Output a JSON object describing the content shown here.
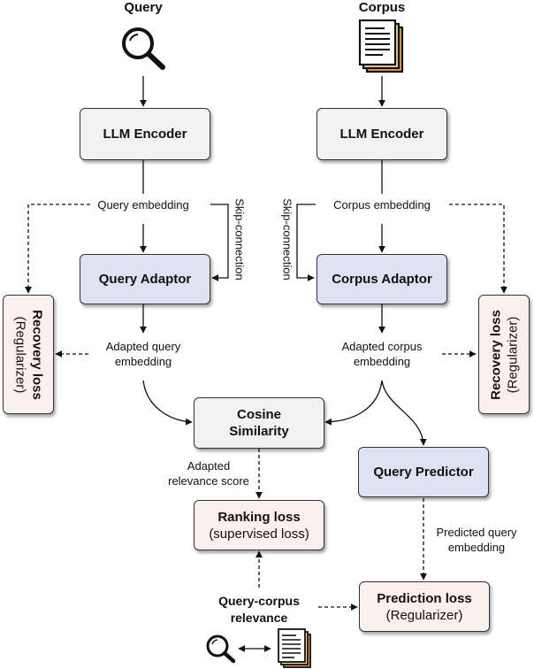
{
  "titles": {
    "query": "Query",
    "corpus": "Corpus"
  },
  "boxes": {
    "llm_encoder_left": "LLM Encoder",
    "llm_encoder_right": "LLM Encoder",
    "query_adaptor": "Query Adaptor",
    "corpus_adaptor": "Corpus Adaptor",
    "cosine_similarity_line1": "Cosine",
    "cosine_similarity_line2": "Similarity",
    "query_predictor": "Query Predictor",
    "ranking_loss": "Ranking loss",
    "ranking_loss_sub": "(supervised loss)",
    "prediction_loss": "Prediction loss",
    "prediction_loss_sub": "(Regularizer)",
    "recovery_loss_left": "Recovery loss",
    "recovery_loss_left_sub": "(Regularizer)",
    "recovery_loss_right": "Recovery loss",
    "recovery_loss_right_sub": "(Regularizer)"
  },
  "labels": {
    "query_embedding": "Query embedding",
    "corpus_embedding": "Corpus embedding",
    "skip_left": "Skip-connection",
    "skip_right": "Skip-connection",
    "adapted_query_1": "Adapted query",
    "adapted_query_2": "embedding",
    "adapted_corpus_1": "Adapted corpus",
    "adapted_corpus_2": "embedding",
    "adapted_relevance_1": "Adapted",
    "adapted_relevance_2": "relevance score",
    "predicted_query_1": "Predicted query",
    "predicted_query_2": "embedding",
    "query_corpus_1": "Query-corpus",
    "query_corpus_2": "relevance"
  },
  "icons": [
    "search-icon",
    "document-icon"
  ],
  "colors": {
    "gray_box": "#f2f2f2",
    "blue_box": "#dde3f3",
    "pink_box": "#fcf0ef"
  }
}
